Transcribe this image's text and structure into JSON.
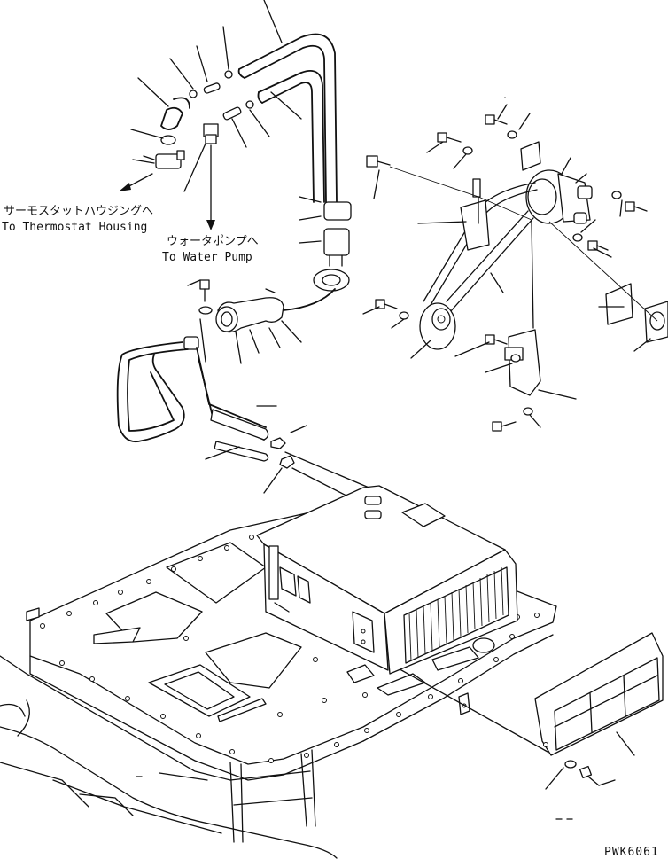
{
  "labels": {
    "thermostat_jp": "サーモスタットハウジングへ",
    "thermostat_en": "To Thermostat Housing",
    "water_pump_jp": "ウォータポンプへ",
    "water_pump_en": "To Water Pump",
    "drawing_code": "PWK6061"
  },
  "colors": {
    "line": "#111111",
    "background": "#ffffff"
  },
  "icons": [
    "thermostat-arrow-icon",
    "water-pump-arrow-icon"
  ]
}
